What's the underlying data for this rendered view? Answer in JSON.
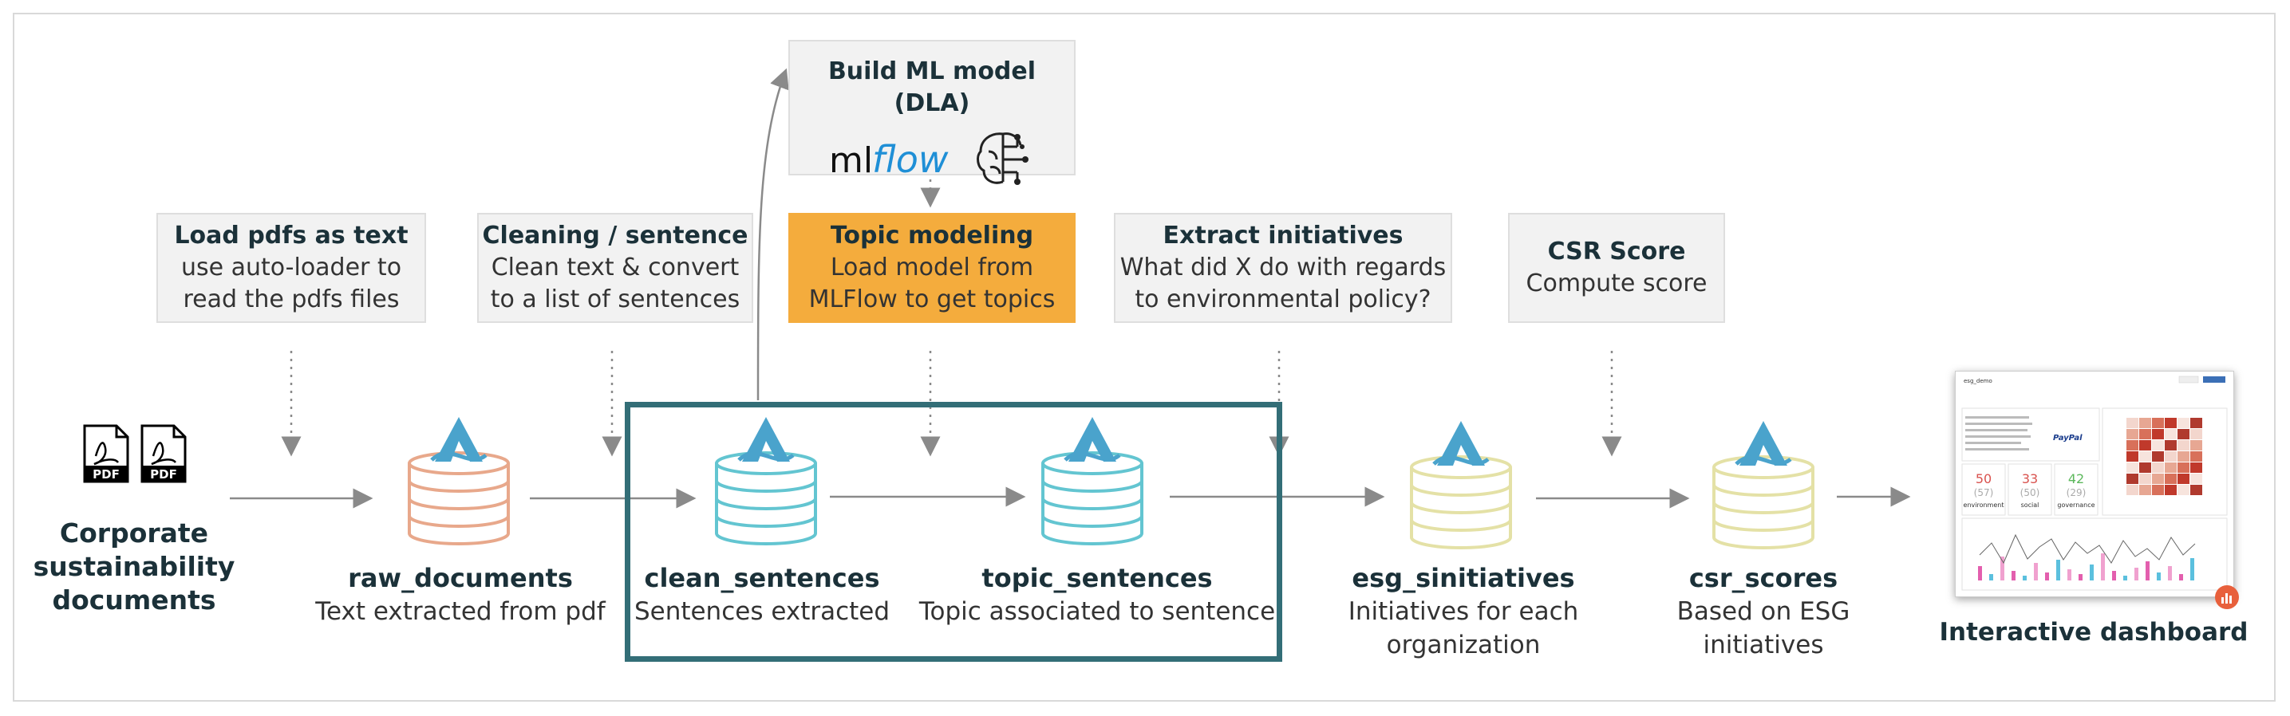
{
  "source": {
    "lines": [
      "Corporate",
      "sustainability",
      "documents"
    ],
    "icon": "pdf-icon"
  },
  "steps": [
    {
      "title": "Load pdfs as text",
      "lines": [
        "use auto-loader to",
        "read the pdfs files"
      ]
    },
    {
      "title": "Cleaning / sentence",
      "lines": [
        "Clean text & convert",
        "to a list of sentences"
      ]
    },
    {
      "title": "Topic modeling",
      "lines": [
        "Load model from",
        "MLFlow to get topics"
      ]
    },
    {
      "title": "Extract  initiatives",
      "lines": [
        "What did X do with regards",
        "to environmental policy?"
      ]
    },
    {
      "title": "CSR Score",
      "lines": [
        "Compute score"
      ]
    }
  ],
  "ml_model": {
    "title": "Build ML model (DLA)",
    "logo": "mlflow"
  },
  "tables": [
    {
      "name": "raw_documents",
      "lines": [
        "Text extracted from pdf"
      ],
      "color": "#e8a88b"
    },
    {
      "name": "clean_sentences",
      "lines": [
        "Sentences extracted"
      ],
      "color": "#63c5d1"
    },
    {
      "name": "topic_sentences",
      "lines": [
        "Topic associated to sentence"
      ],
      "color": "#63c5d1"
    },
    {
      "name": "esg_sinitiatives",
      "lines": [
        "Initiatives for each",
        "organization"
      ],
      "color": "#e4e1a6"
    },
    {
      "name": "csr_scores",
      "lines": [
        "Based on ESG",
        "initiatives"
      ],
      "color": "#e4e1a6"
    }
  ],
  "dashboard": {
    "title": "Interactive dashboard",
    "header": "esg_demo",
    "metrics": [
      {
        "value": "50",
        "sub": "(57)",
        "label": "environment",
        "color": "#d9534f"
      },
      {
        "value": "33",
        "sub": "(50)",
        "label": "social",
        "color": "#d9534f"
      },
      {
        "value": "42",
        "sub": "(29)",
        "label": "governance",
        "color": "#5cb85c"
      }
    ],
    "brand": "PayPal"
  },
  "colors": {
    "delta_blue": "#4aa3cc",
    "frame": "#336e77",
    "orange": "#f4ac3d",
    "arrow": "#8a8a8a"
  }
}
